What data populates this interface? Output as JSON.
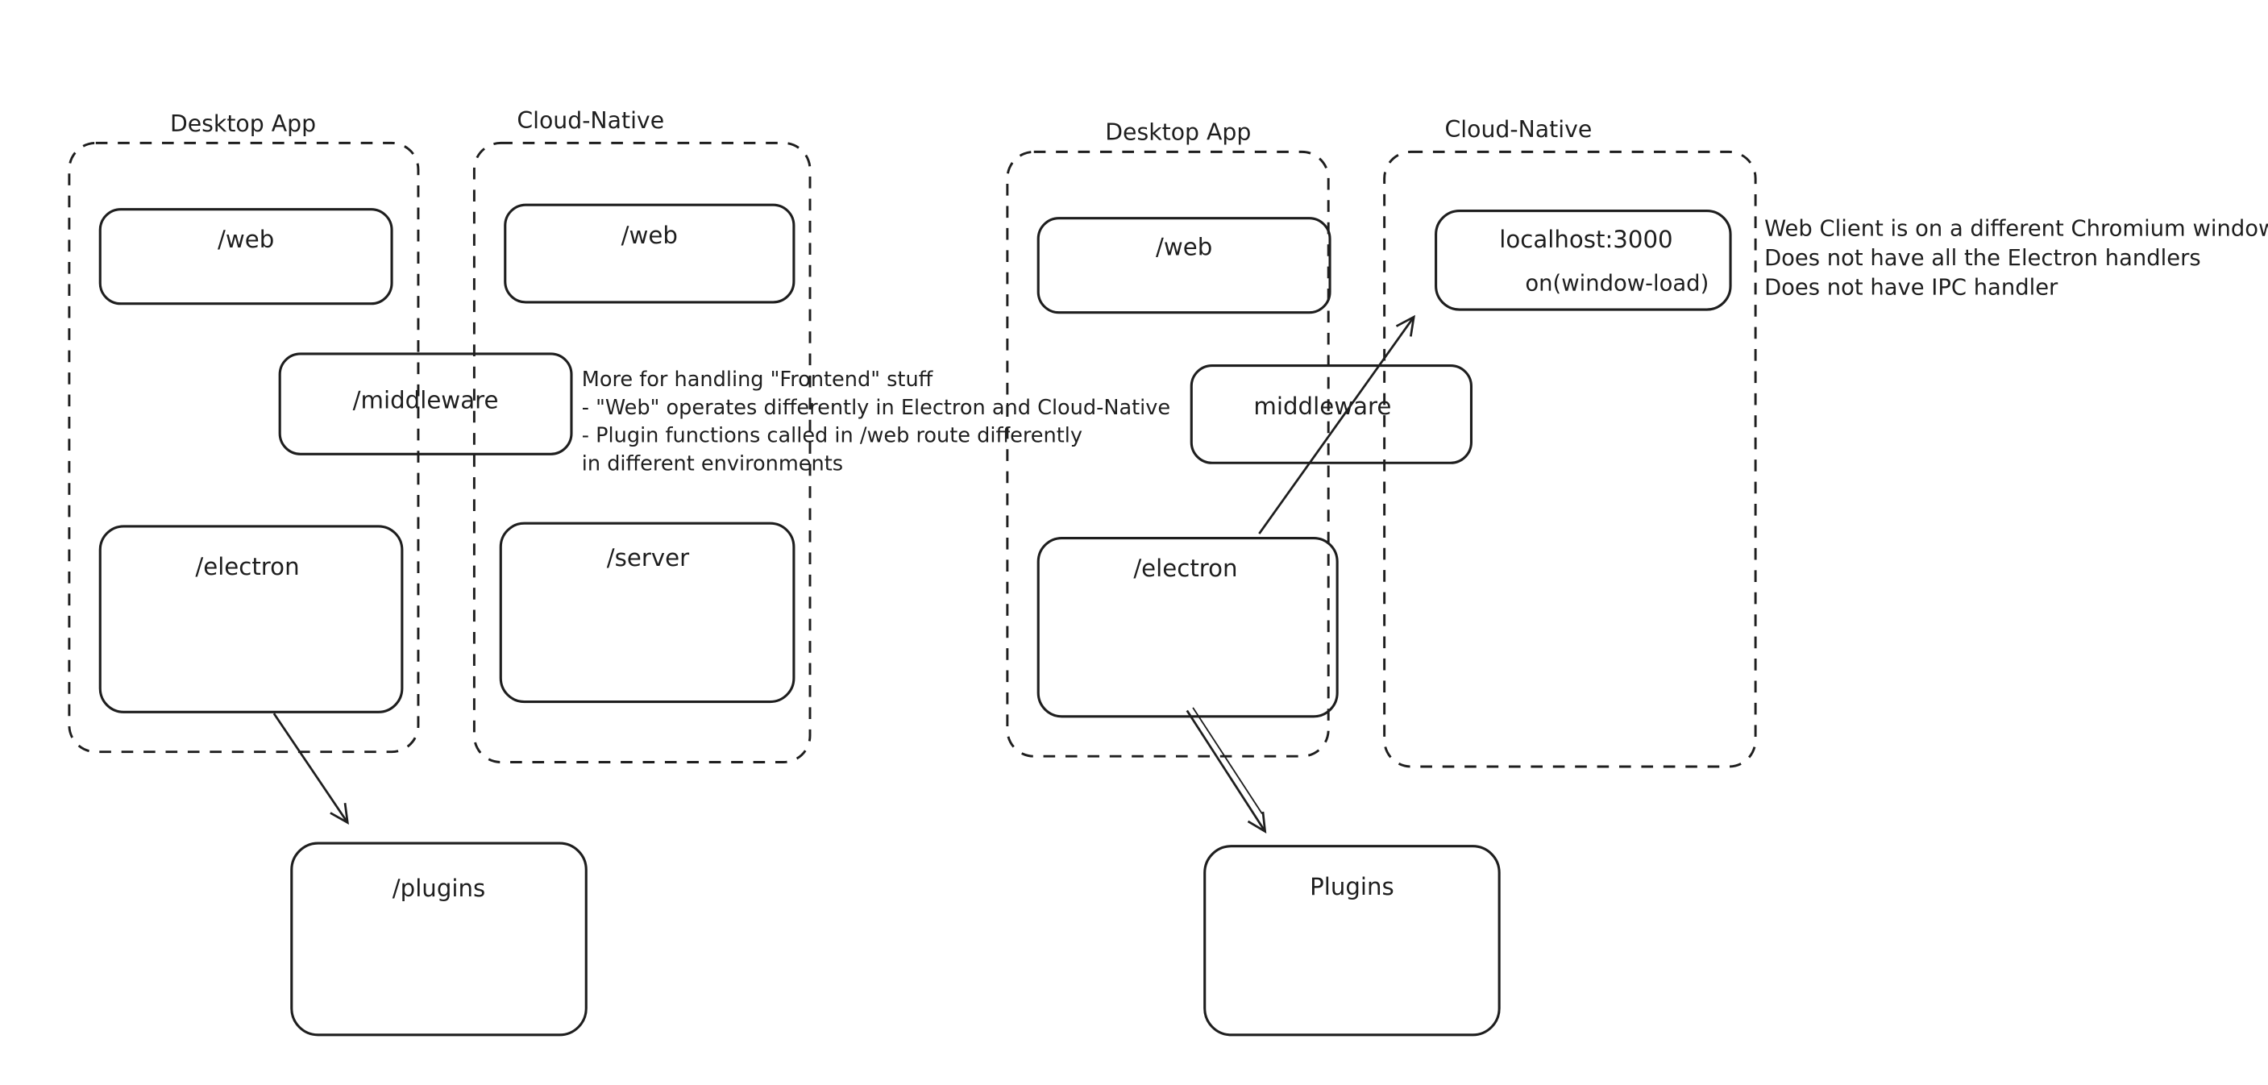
{
  "colors": {
    "ink": "#1e1e1e",
    "red": "#c84236",
    "green": "#4f9e58",
    "background": "#ffffff"
  },
  "left_diagram": {
    "desktop_app_label": "Desktop App",
    "cloud_native_label": "Cloud-Native",
    "web_desktop_box": "/web",
    "web_cloud_box": "/web",
    "middleware_box": "/middleware",
    "electron_box": "/electron",
    "server_box": "/server",
    "plugins_box": "/plugins",
    "green_note": {
      "lines": [
        "More for handling \"Frontend\" stuff",
        "- \"Web\" operates differently in Electron and Cloud-Native",
        "- Plugin functions called in /web route differently",
        "in different environments"
      ]
    }
  },
  "right_diagram": {
    "desktop_app_label": "Desktop App",
    "cloud_native_label": "Cloud-Native",
    "web_box": "/web",
    "localhost_box": "localhost:3000",
    "window_load_label": "on(window-load)",
    "middleware_box": "middleware",
    "electron_box": "/electron",
    "plugins_box": "Plugins",
    "red_note": {
      "lines": [
        "Web Client is on a different Chromium window",
        "Does not have all the Electron handlers",
        "Does not have IPC handler"
      ]
    }
  }
}
